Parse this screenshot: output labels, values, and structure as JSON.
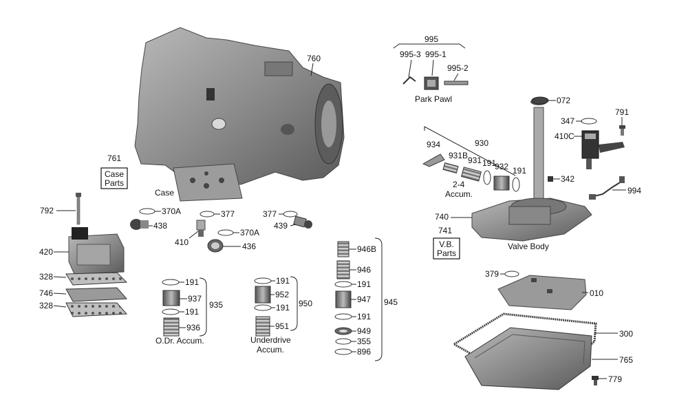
{
  "parts": {
    "p760": "760",
    "p761": "761",
    "case_parts": [
      "Case",
      "Parts"
    ],
    "case": "Case",
    "p792": "792",
    "p420": "420",
    "p328a": "328",
    "p746": "746",
    "p328b": "328",
    "p370a_1": "370A",
    "p438": "438",
    "p377_1": "377",
    "p410": "410",
    "p370a_2": "370A",
    "p436": "436",
    "p377_2": "377",
    "p439": "439",
    "p995": "995",
    "p995_3": "995-3",
    "p995_1": "995-1",
    "p995_2": "995-2",
    "park_pawl": "Park Pawl",
    "p072": "072",
    "p791": "791",
    "p347": "347",
    "p410c": "410C",
    "p930": "930",
    "p934": "934",
    "p931b": "931B",
    "p931": "931",
    "p191_vb1": "191",
    "p932": "932",
    "p191_vb2": "191",
    "p342": "342",
    "accum_24": [
      "2-4",
      "Accum."
    ],
    "p994": "994",
    "p740": "740",
    "p741": "741",
    "vb_parts": [
      "V.B.",
      "Parts"
    ],
    "valve_body": "Valve Body",
    "p379": "379",
    "p010": "010",
    "p300": "300",
    "p765": "765",
    "p779": "779",
    "od": {
      "p191a": "191",
      "p937": "937",
      "p191b": "191",
      "p936": "936",
      "p935": "935",
      "title": "O.Dr. Accum."
    },
    "ud": {
      "p191a": "191",
      "p952": "952",
      "p191b": "191",
      "p951": "951",
      "p950": "950",
      "title": [
        "Underdrive",
        "Accum."
      ]
    },
    "g945": {
      "p946b": "946B",
      "p946": "946",
      "p191a": "191",
      "p947": "947",
      "p191b": "191",
      "p949": "949",
      "p355": "355",
      "p896": "896",
      "p945": "945"
    }
  },
  "colors": {
    "metal": "#8a8a8a",
    "metal_dark": "#4a4a4a",
    "metal_light": "#c8c8c8",
    "line": "#222222"
  }
}
